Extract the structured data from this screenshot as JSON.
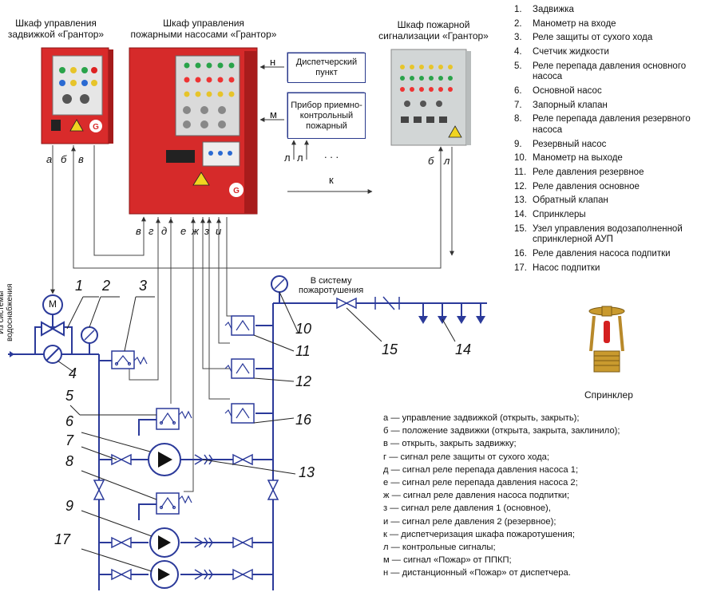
{
  "cabinets": {
    "valve": {
      "title": "Шкаф управления\nзадвижкой «Грантор»"
    },
    "pumps": {
      "title": "Шкаф управления\nпожарными насосами «Грантор»"
    },
    "alarm": {
      "title": "Шкаф пожарной\nсигнализации «Грантор»"
    }
  },
  "boxes": {
    "dispatch": "Диспетчерский\nпункт",
    "panel": "Прибор приемно-\nконтрольный\nпожарный"
  },
  "wire_labels": {
    "a": "а",
    "b": "б",
    "v": "в",
    "g": "г",
    "d": "д",
    "e": "е",
    "zh": "ж",
    "z": "з",
    "i": "и",
    "k": "к",
    "l": "л",
    "m": "м",
    "n": "н",
    "alarm_b": "б",
    "alarm_l": "л",
    "dots": ". . ."
  },
  "diagram_text": {
    "water_in": "Из системы\nводоснабжения",
    "to_system": "В систему\nпожаротушения",
    "motor": "M",
    "sprinkler_caption": "Спринклер"
  },
  "callouts": [
    "1",
    "2",
    "3",
    "4",
    "5",
    "6",
    "7",
    "8",
    "9",
    "10",
    "11",
    "12",
    "13",
    "14",
    "15",
    "16",
    "17"
  ],
  "legend": [
    {
      "n": "1.",
      "t": "Задвижка"
    },
    {
      "n": "2.",
      "t": "Манометр на входе"
    },
    {
      "n": "3.",
      "t": "Реле защиты от сухого хода"
    },
    {
      "n": "4.",
      "t": "Счетчик жидкости"
    },
    {
      "n": "5.",
      "t": "Реле перепада давления основного насоса"
    },
    {
      "n": "6.",
      "t": "Основной насос"
    },
    {
      "n": "7.",
      "t": "Запорный клапан"
    },
    {
      "n": "8.",
      "t": "Реле перепада давления резервного насоса"
    },
    {
      "n": "9.",
      "t": "Резервный насос"
    },
    {
      "n": "10.",
      "t": "Манометр на выходе"
    },
    {
      "n": "11.",
      "t": "Реле давления резервное"
    },
    {
      "n": "12.",
      "t": "Реле давления основное"
    },
    {
      "n": "13.",
      "t": "Обратный клапан"
    },
    {
      "n": "14.",
      "t": "Спринклеры"
    },
    {
      "n": "15.",
      "t": "Узел управления водозаполненной спринклерной АУП"
    },
    {
      "n": "16.",
      "t": "Реле давления насоса подпитки"
    },
    {
      "n": "17.",
      "t": "Насос подпитки"
    }
  ],
  "signals": [
    "а — управление задвижкой (открыть, закрыть);",
    "б — положение задвижки (открыта, закрыта, заклинило);",
    "в — открыть, закрыть задвижку;",
    "г — сигнал реле защиты от сухого хода;",
    "д — сигнал реле перепада давления насоса 1;",
    "е — сигнал реле перепада давления насоса 2;",
    "ж — сигнал реле давления насоса подпитки;",
    "з — сигнал реле давления 1 (основное),",
    "и — сигнал реле давления 2 (резервное);",
    "к — диспетчеризация шкафа пожаротушения;",
    "л — контрольные сигналы;",
    "м — сигнал «Пожар» от ППКП;",
    "н — дистанционный «Пожар» от диспетчера."
  ],
  "colors": {
    "pipe": "#2b3a9a",
    "wire": "#444444",
    "cabinet": "#d62a2a",
    "panel": "#d8dcdc"
  }
}
